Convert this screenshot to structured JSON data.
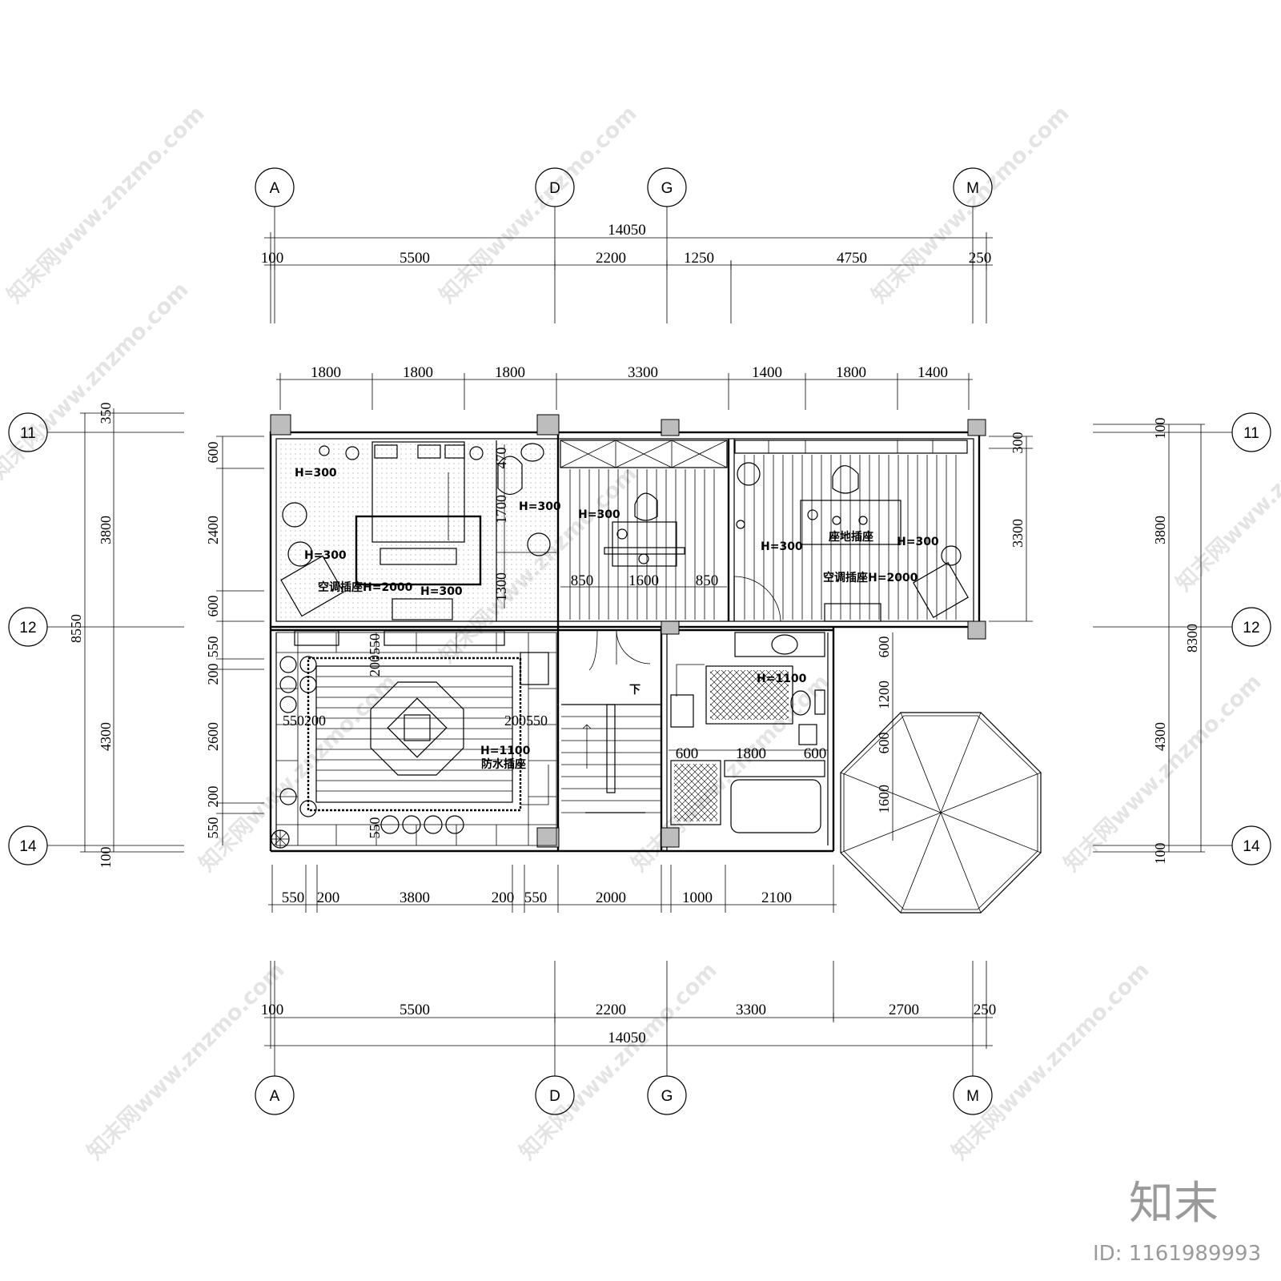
{
  "axes": {
    "columns": [
      "A",
      "D",
      "G",
      "M"
    ],
    "rows": [
      "11",
      "12",
      "14"
    ]
  },
  "top_dims": {
    "total": "14050",
    "segments": [
      "100",
      "5500",
      "2200",
      "1250",
      "4750",
      "250"
    ],
    "inner": [
      "1800",
      "1800",
      "1800",
      "3300",
      "1400",
      "1800",
      "1400"
    ]
  },
  "bottom_dims": {
    "inner": [
      "550",
      "200",
      "3800",
      "200",
      "550",
      "2000",
      "1000",
      "2100"
    ],
    "segments": [
      "100",
      "5500",
      "2200",
      "3300",
      "2700",
      "250"
    ],
    "total": "14050"
  },
  "left_dims": {
    "total": "8550",
    "outer": [
      "350",
      "3800",
      "4300",
      "100"
    ],
    "inner": [
      "600",
      "2400",
      "600",
      "550",
      "200",
      "2600",
      "200",
      "550"
    ]
  },
  "right_dims": {
    "total": "8300",
    "outer": [
      "100",
      "3800",
      "4300",
      "100"
    ],
    "inner": [
      "300",
      "3300"
    ]
  },
  "room_dims": {
    "bed_470": "470",
    "bed_1700": "1700",
    "bed_1300": "1300",
    "study_850a": "850",
    "study_1600": "1600",
    "study_850b": "850",
    "garden_550_200": "550200",
    "garden_200_550": "200550",
    "garden_200550_top": "200550",
    "garden_550_bot": "550",
    "bath_600a": "600",
    "bath_1800": "1800",
    "bath_600b": "600",
    "bath_v600a": "600",
    "bath_v1200": "1200",
    "bath_v600b": "600",
    "bath_v1600": "1600"
  },
  "labels": {
    "h300": "H=300",
    "ac_outlet": "空调插座H=2000",
    "floor_outlet": "座地插座",
    "h1100": "H=1100",
    "waterproof": "防水插座",
    "stair_down": "下"
  },
  "watermark": "知末网www.znzmo.com",
  "brand": {
    "logo": "知末",
    "id": "ID: 1161989993"
  }
}
